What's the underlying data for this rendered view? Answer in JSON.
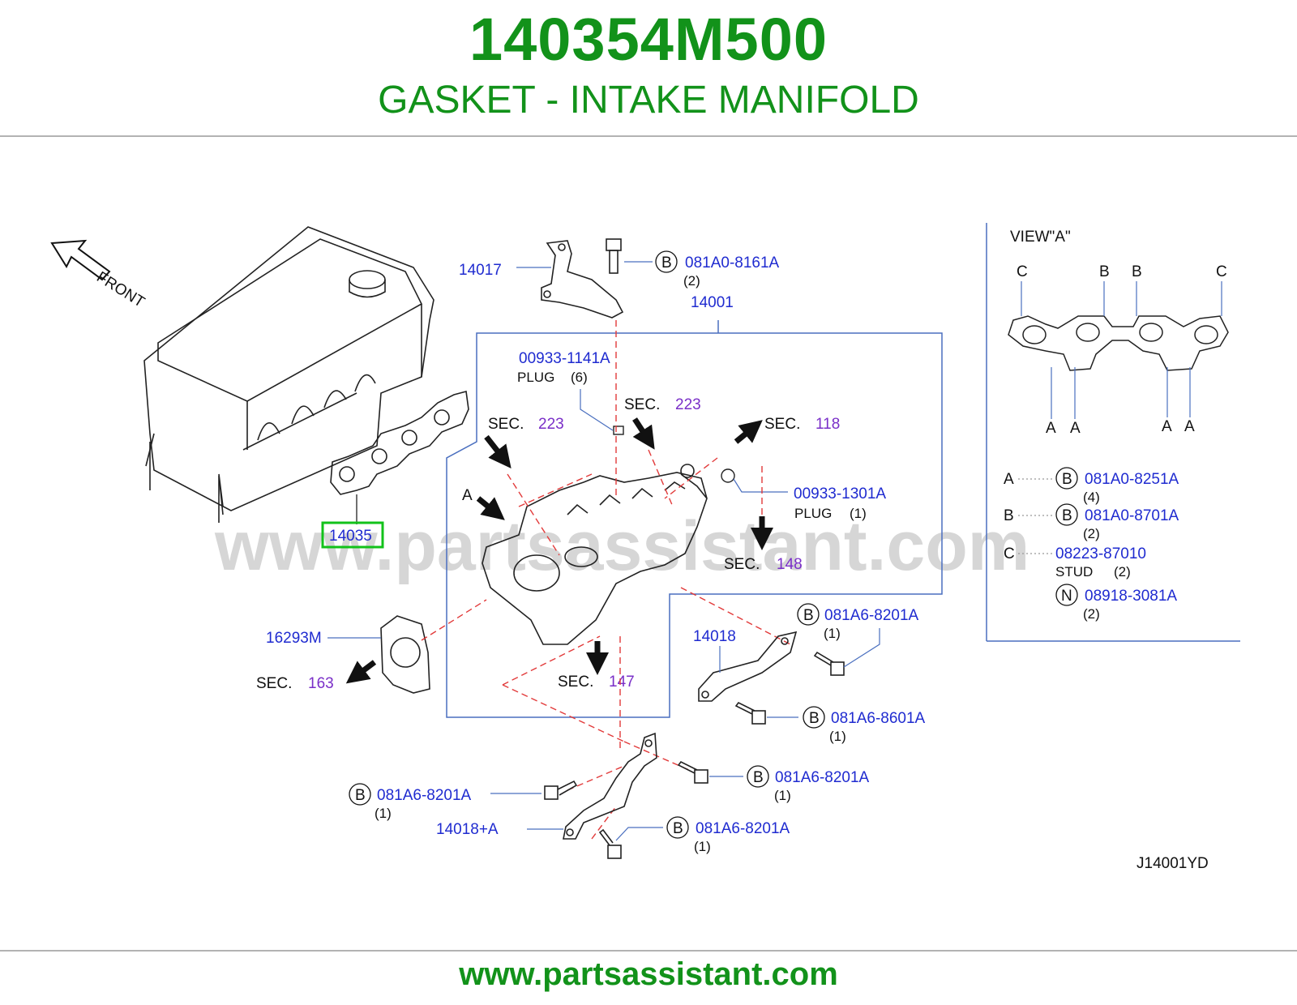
{
  "header": {
    "part_number": "140354M500",
    "part_name": "GASKET - INTAKE MANIFOLD"
  },
  "footer": {
    "url": "www.partsassistant.com"
  },
  "diagram": {
    "watermark": "www.partsassistant.com",
    "front_label": "FRONT",
    "drawing_code": "J14001YD",
    "highlight_part": "14035",
    "parts": {
      "p14017": "14017",
      "p14001": "14001",
      "p16293M": "16293M",
      "p14018": "14018",
      "p14018A": "14018+A",
      "plug1141": "00933-1141A",
      "plug1141_desc": "PLUG",
      "plug1141_qty": "(6)",
      "plug1301": "00933-1301A",
      "plug1301_desc": "PLUG",
      "plug1301_qty": "(1)",
      "bolt8161": "081A0-8161A",
      "bolt8161_qty": "(2)",
      "bolt8201_a": "081A6-8201A",
      "bolt8201_a_qty": "(1)",
      "bolt8601": "081A6-8601A",
      "bolt8601_qty": "(1)",
      "bolt8201_b": "081A6-8201A",
      "bolt8201_b_qty": "(1)",
      "bolt8201_c": "081A6-8201A",
      "bolt8201_c_qty": "(1)",
      "bolt8201_d": "081A6-8201A",
      "bolt8201_d_qty": "(1)",
      "marker_b": "B",
      "marker_a": "A"
    },
    "sections": {
      "sec_word": "SEC.",
      "s223_left": "223",
      "s223_right": "223",
      "s118": "118",
      "s148": "148",
      "s163": "163",
      "s147": "147"
    },
    "view_a": {
      "title": "VIEW\"A\"",
      "top_letters": [
        "C",
        "B",
        "B",
        "C"
      ],
      "bottom_letters": [
        "A",
        "A",
        "A",
        "A"
      ],
      "legend": [
        {
          "key": "A",
          "marker": "B",
          "part": "081A0-8251A",
          "qty": "(4)"
        },
        {
          "key": "B",
          "marker": "B",
          "part": "081A0-8701A",
          "qty": "(2)"
        },
        {
          "key": "C",
          "marker": "",
          "part": "08223-87010",
          "desc": "STUD",
          "qty": "(2)"
        },
        {
          "key": "",
          "marker": "N",
          "part": "08918-3081A",
          "qty": "(2)"
        }
      ]
    }
  }
}
